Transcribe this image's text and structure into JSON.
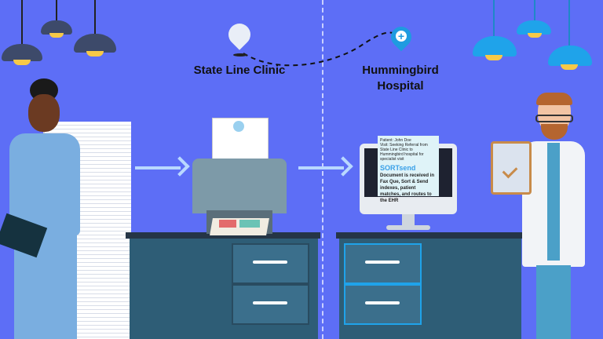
{
  "clinic_label": "State Line Clinic",
  "hospital_label": "Hummingbird Hospital",
  "fax_document": {
    "patient_line": "Patient: John Doe",
    "visit_line": "Visit: Seeking Referral from State Line Clinic to Hummingbird hospital for specialist visit",
    "brand": "SORTsend",
    "description": "Document is received in Fax Que, Sort & Send indexes, patient matches, and routes to the EHR"
  },
  "colors": {
    "background": "#5d6ef6",
    "desk": "#2e5d76",
    "brand": "#3aa0e8"
  }
}
